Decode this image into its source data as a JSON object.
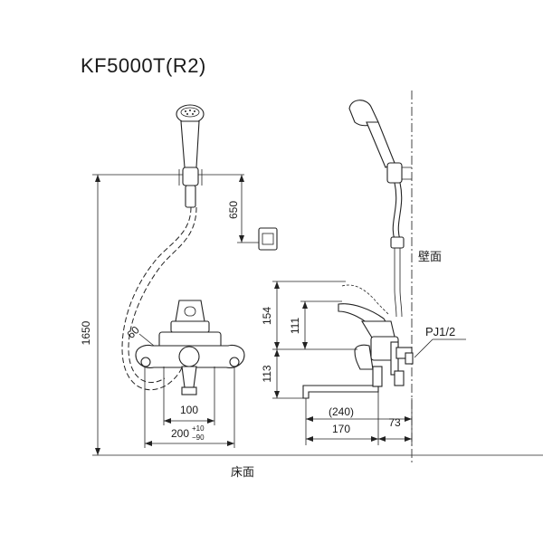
{
  "title": "KF5000T(R2)",
  "labels": {
    "wall": "壁面",
    "floor": "床面",
    "pipe": "PJ1/2"
  },
  "dimensions": {
    "total_height": "1650",
    "hook_drop": "650",
    "hose_angle": "60",
    "pitch": "100",
    "width_range": "200",
    "tol_plus": "+10",
    "tol_minus": "−90",
    "lever_height": "154",
    "body_height": "111",
    "spout_height": "113",
    "spout_reach_total": "(240)",
    "spout_reach": "170",
    "wall_offset": "73"
  }
}
